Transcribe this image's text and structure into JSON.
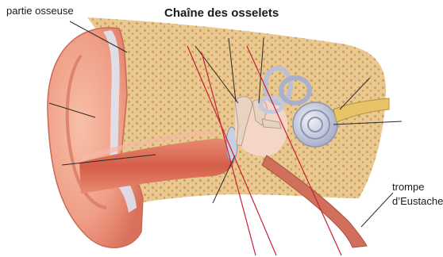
{
  "title": "Chaîne des osselets",
  "labels": {
    "partie_osseuse": "partie osseuse",
    "trompe_line1": "trompe",
    "trompe_line2": "d’Eustache"
  },
  "colors": {
    "bone": "#e9c98f",
    "bone_spot": "#c58c4c",
    "skin": "#f2a087",
    "canal": "#d9604a",
    "cartilage": "#dfe4f0",
    "cochlea": "#b9bfd6",
    "tube": "#d0705c",
    "leader": "#2a2a2a",
    "guide": "#c8203a"
  }
}
